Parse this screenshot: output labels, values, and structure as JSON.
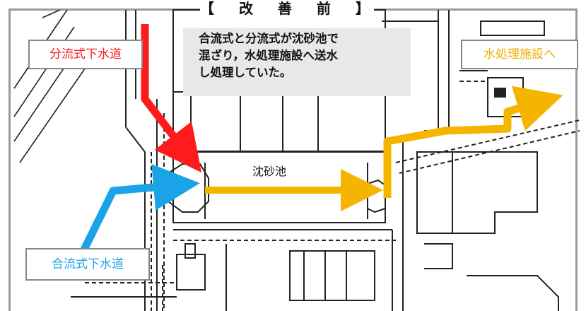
{
  "title": "【 改 善 前 】",
  "labels": {
    "separate_sewer": "分流式下水道",
    "combined_sewer": "合流式下水道",
    "to_treatment": "水処理施設へ",
    "grit_chamber": "沈砂池"
  },
  "note": {
    "lines": [
      "合流式と分流式が沈砂池で",
      "混ざり，水処理施設へ送水",
      "し処理していた。"
    ]
  },
  "colors": {
    "separate_flow": "#ff1b1b",
    "combined_flow": "#1ba3e8",
    "treated_flow": "#f5b400",
    "frame": "#9a9a9a",
    "note_bg": "#e8e8e8"
  }
}
